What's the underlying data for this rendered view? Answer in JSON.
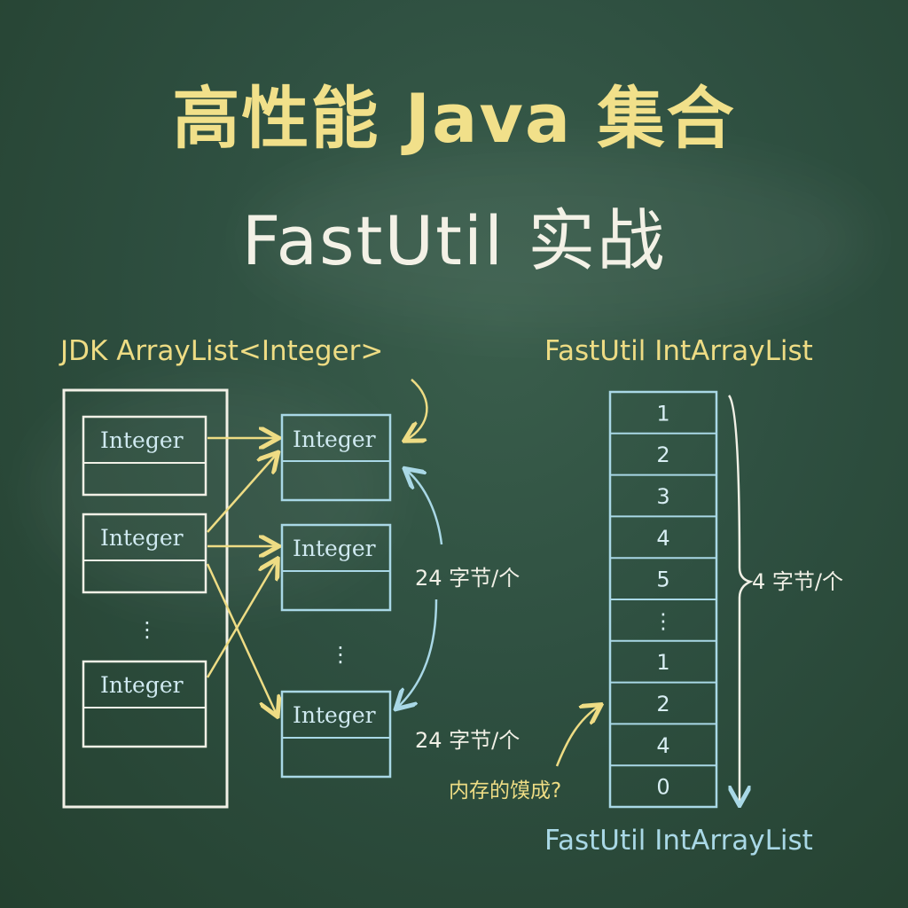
{
  "title_line1": "高性能 Java 集合",
  "title_line2": "FastUtil 实战",
  "left_heading": "JDK ArrayList<Integer>",
  "right_heading": "FastUtil IntArrayList",
  "bottom_heading": "FastUtil IntArrayList",
  "integer_label": "Integer",
  "annotations": {
    "boxed_size_1": "24 字节/个",
    "boxed_size_2": "24 字节/个",
    "primitive_size": "4 字节/个",
    "memory_question": "内存的馍成?"
  },
  "int_array_values": [
    "1",
    "2",
    "3",
    "4",
    "5",
    "⋮",
    "1",
    "2",
    "4",
    "0"
  ],
  "ellipsis": "⋮",
  "colors": {
    "yellow_chalk": "#eedc84",
    "white_chalk": "#f1f0e6",
    "blue_chalk": "#a9d8e6"
  }
}
